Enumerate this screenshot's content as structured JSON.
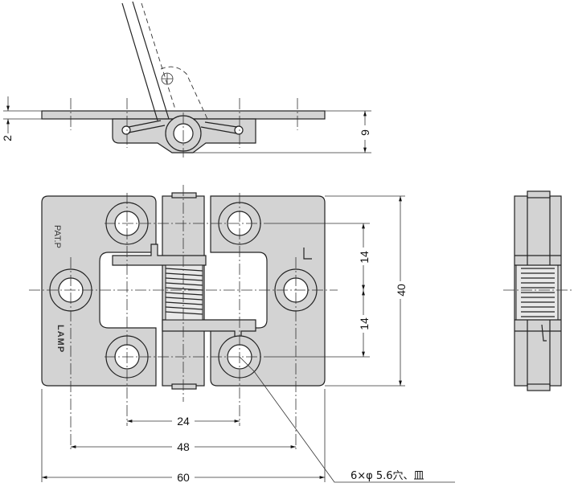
{
  "dimensions": {
    "plate_thickness": "2",
    "height_side": "9",
    "hole_pitch_upper": "14",
    "hole_pitch_lower": "14",
    "overall_height": "40",
    "hole_spacing_inner": "24",
    "hole_spacing_outer": "48",
    "overall_width": "60"
  },
  "notes": {
    "hole_callout": "6×φ 5.6穴、皿",
    "patent_mark": "PAT.P",
    "brand_mark": "LAMP"
  },
  "colors": {
    "part_fill": "#d3d3d3",
    "line": "#222222"
  }
}
